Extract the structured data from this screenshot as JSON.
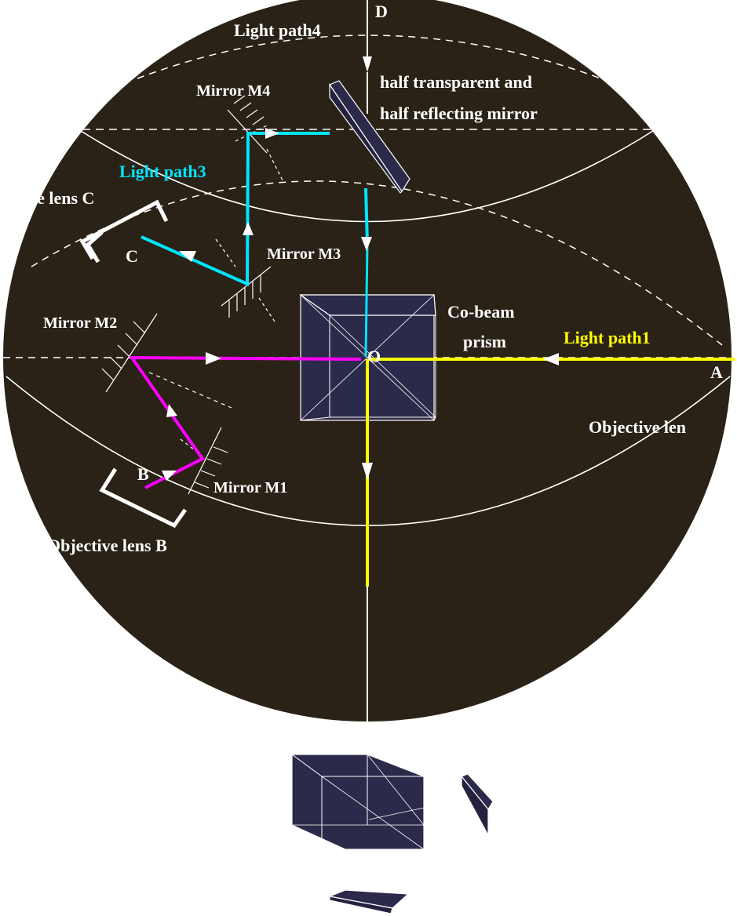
{
  "colors": {
    "background": "#2a2216",
    "outline": "#ffffff",
    "path1": "#ffff00",
    "path2": "#ff00ff",
    "path3": "#00e5ff",
    "path4": "#ffffff",
    "prism": "#2c2a4a"
  },
  "labels": {
    "point_d": "D",
    "light_path4": "Light path4",
    "half_mirror_line1": "half transparent and",
    "half_mirror_line2": "half reflecting mirror",
    "mirror_m4": "Mirror M4",
    "light_path3": "Light path3",
    "objective_lens_c": "ive lens C",
    "point_c": "C",
    "mirror_m3": "Mirror M3",
    "co_beam_line1": "Co-beam",
    "co_beam_line2": "prism",
    "light_path1": "Light path1",
    "mirror_m2": "Mirror M2",
    "point_o": "O",
    "point_a": "A",
    "objective_lens_a": "Objective len",
    "point_b": "B",
    "mirror_m1": "Mirror M1",
    "objective_lens_b": "Objective lens B"
  }
}
